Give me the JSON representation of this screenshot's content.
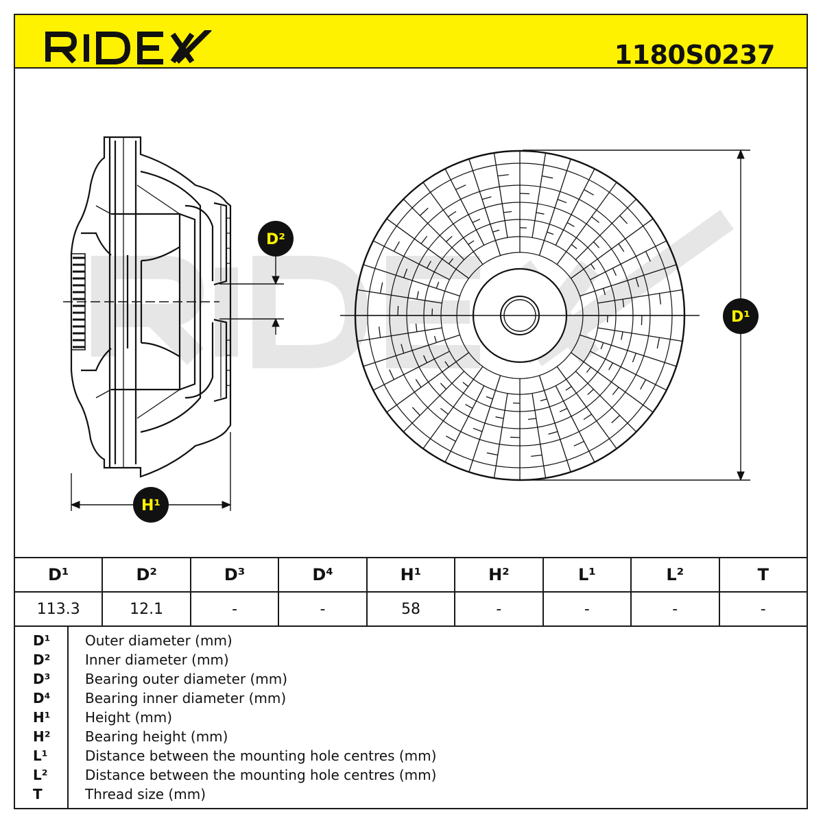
{
  "brand": {
    "logo": "RIDEX",
    "part_number": "1180S0237",
    "accent_color": "#FFF200"
  },
  "drawing": {
    "badges": {
      "d1": "D¹",
      "d2": "D²",
      "h1": "H¹"
    },
    "watermark": "RIDEX"
  },
  "table": {
    "headers": [
      "D¹",
      "D²",
      "D³",
      "D⁴",
      "H¹",
      "H²",
      "L¹",
      "L²",
      "T"
    ],
    "values": [
      "113.3",
      "12.1",
      "-",
      "-",
      "58",
      "-",
      "-",
      "-",
      "-"
    ]
  },
  "legend": [
    {
      "code": "D¹",
      "desc": "Outer diameter (mm)"
    },
    {
      "code": "D²",
      "desc": "Inner diameter (mm)"
    },
    {
      "code": "D³",
      "desc": "Bearing outer diameter (mm)"
    },
    {
      "code": "D⁴",
      "desc": "Bearing inner diameter (mm)"
    },
    {
      "code": "H¹",
      "desc": "Height (mm)"
    },
    {
      "code": "H²",
      "desc": "Bearing height (mm)"
    },
    {
      "code": "L¹",
      "desc": "Distance between the mounting hole centres (mm)"
    },
    {
      "code": "L²",
      "desc": "Distance between the mounting hole centres (mm)"
    },
    {
      "code": "T",
      "desc": "Thread size (mm)"
    }
  ]
}
